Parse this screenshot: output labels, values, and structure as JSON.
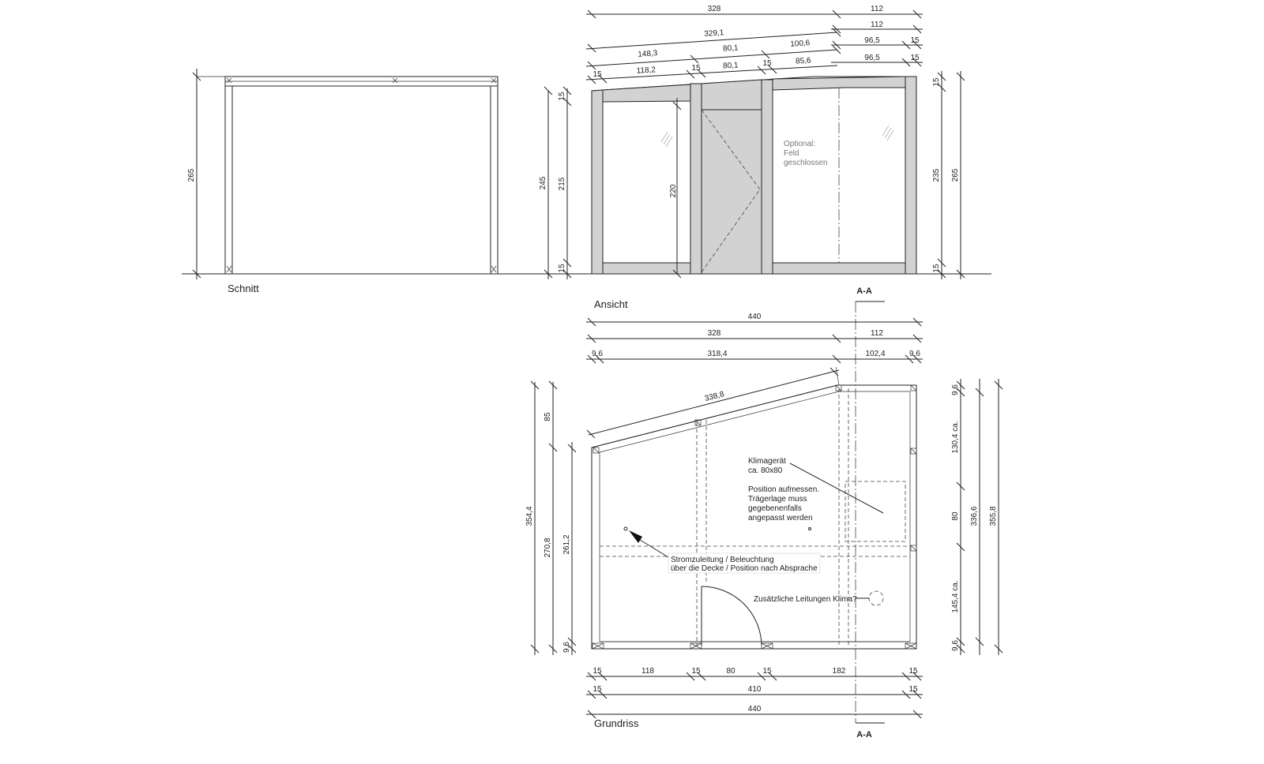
{
  "views": {
    "section": "Schnitt",
    "elevation": "Ansicht",
    "plan": "Grundriss",
    "cut_mark": "A-A"
  },
  "elevation_notes": {
    "optional_line1": "Optional:",
    "optional_line2": "Feld",
    "optional_line3": "geschlossen"
  },
  "plan_notes": {
    "ac_line1": "Klimagerät",
    "ac_line2": "ca. 80x80",
    "pos_line1": "Position aufmessen.",
    "pos_line2": "Trägerlage muss",
    "pos_line3": "gegebenenfalls",
    "pos_line4": "angepasst werden",
    "power_line1": "Stromzuleitung / Beleuchtung",
    "power_line2": "über die Decke / Position nach Absprache",
    "extra_lines": "Zusätzliche Leitungen Klima?"
  },
  "dims": {
    "section": {
      "height": "265"
    },
    "elev_top": {
      "r1a": "328",
      "r1b": "112",
      "r2a": "112",
      "r3a": "329,1",
      "r3b": "96,5",
      "r3c": "15",
      "r4a": "148,3",
      "r4b": "80,1",
      "r4c": "100,6",
      "r5a": "15",
      "r5b": "118,2",
      "r5c": "15",
      "r5d": "80,1",
      "r5e": "15",
      "r5f": "85,6",
      "r5g": "96,5",
      "r5h": "15"
    },
    "elev_left": {
      "total": "245",
      "top": "15",
      "mid": "215",
      "bottom": "15",
      "door": "220"
    },
    "elev_right": {
      "top": "15",
      "mid": "235",
      "total": "265",
      "bottom": "15"
    },
    "plan_top": {
      "r1": "440",
      "r2a": "328",
      "r2b": "112",
      "r3a": "9,6",
      "r3b": "318,4",
      "r3c": "102,4",
      "r3d": "9,6",
      "diag": "338,8"
    },
    "plan_left": {
      "total": "354,4",
      "top": "85",
      "mid": "270,8",
      "inner": "261,2",
      "bottom": "9,6"
    },
    "plan_right": {
      "top": "9,6",
      "upper": "130,4 ca.",
      "middle": "80",
      "lower": "145,4 ca.",
      "bottom": "9,6",
      "inner_total": "336,6",
      "total": "355,8"
    },
    "plan_bottom": {
      "r1a": "15",
      "r1b": "118",
      "r1c": "15",
      "r1d": "80",
      "r1e": "15",
      "r1f": "182",
      "r1g": "15",
      "r2a": "15",
      "r2b": "410",
      "r2c": "15",
      "r3": "440"
    }
  }
}
